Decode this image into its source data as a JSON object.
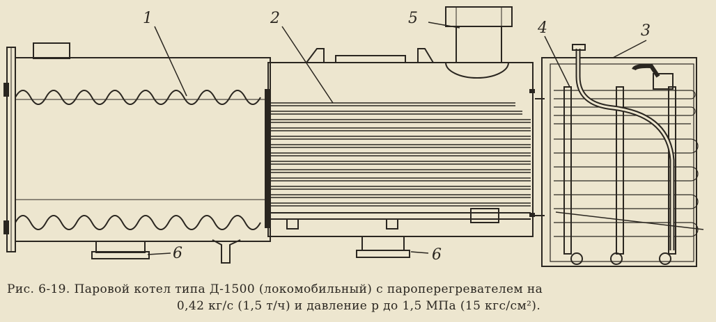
{
  "diagram": {
    "callouts": [
      {
        "id": "1",
        "text": "1"
      },
      {
        "id": "2",
        "text": "2"
      },
      {
        "id": "3",
        "text": "3"
      },
      {
        "id": "4",
        "text": "4"
      },
      {
        "id": "5",
        "text": "5"
      },
      {
        "id": "6a",
        "text": "6"
      },
      {
        "id": "6b",
        "text": "6"
      }
    ]
  },
  "caption": {
    "line1": "Рис. 6-19. Паровой котел типа Д-1500 (локомобильный) с пароперегревателем на",
    "line2": "0,42 кг/с (1,5 т/ч) и давление p до 1,5 МПа (15 кгс/см²)."
  },
  "colors": {
    "paper": "#ede6cf",
    "ink": "#2a2620"
  }
}
